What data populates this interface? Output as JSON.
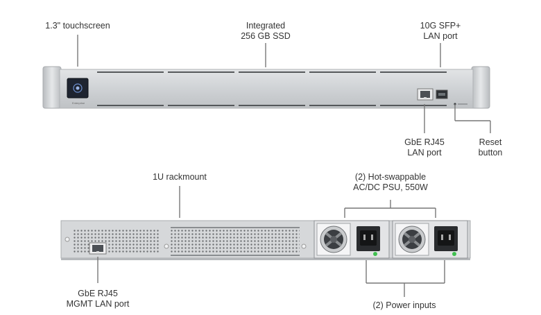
{
  "front_labels": {
    "touchscreen": "1.3\" touchscreen",
    "ssd": "Integrated\n256 GB SSD",
    "sfp": "10G SFP+\nLAN port",
    "rj45_lan": "GbE RJ45\nLAN port",
    "reset": "Reset\nbutton"
  },
  "rear_labels": {
    "rackmount": "1U rackmount",
    "psu": "(2) Hot-swappable\nAC/DC PSU, 550W",
    "mgmt": "GbE RJ45\nMGMT LAN port",
    "power_inputs": "(2) Power inputs"
  },
  "device_text": {
    "screen_caption": "Enterprise"
  }
}
